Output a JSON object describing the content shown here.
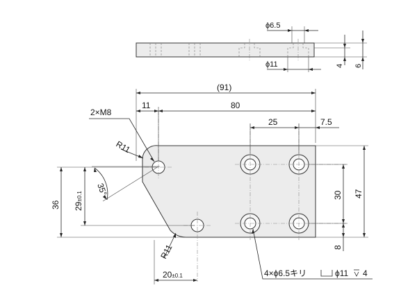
{
  "dims": {
    "hole_small": "ϕ6.5",
    "hole_large": "ϕ11",
    "thk_plate": "4",
    "thk_total": "6",
    "overall": "(91)",
    "x_11": "11",
    "x_80": "80",
    "x_25": "25",
    "x_7_5": "7.5",
    "thread": "2×M8",
    "radius_top": "R11",
    "radius_bottom": "R11",
    "angle": "35°",
    "h_36": "36",
    "h_29": "29",
    "h_29_tol": "±0.1",
    "h_30": "30",
    "h_47": "47",
    "h_8": "8",
    "x_20": "20",
    "x_20_tol": "±0.1",
    "callout_holes": "4×ϕ6.5キリ",
    "callout_cbore": "ϕ11",
    "callout_depth": "4"
  },
  "colors": {
    "part_fill": "#ececec",
    "line": "#222222"
  }
}
